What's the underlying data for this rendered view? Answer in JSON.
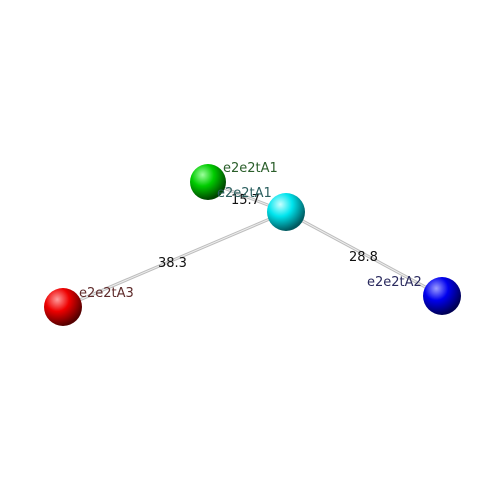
{
  "nodes": [
    {
      "id": "green",
      "label": "e2e2tA1",
      "color": "#00cc00",
      "label_color": "#2a5e2a",
      "icon": "green-sphere-icon"
    },
    {
      "id": "cyan",
      "label": "e2e2tA1",
      "color": "#00e5ee",
      "label_color": "#2a5e5e",
      "icon": "cyan-sphere-icon"
    },
    {
      "id": "red",
      "label": "e2e2tA3",
      "color": "#ee0000",
      "label_color": "#5e2a2a",
      "icon": "red-sphere-icon"
    },
    {
      "id": "blue",
      "label": "e2e2tA2",
      "color": "#0000ee",
      "label_color": "#2a2a5e",
      "icon": "blue-sphere-icon"
    }
  ],
  "edges": [
    {
      "from": "green",
      "to": "cyan",
      "label": "15.7"
    },
    {
      "from": "cyan",
      "to": "red",
      "label": "38.3"
    },
    {
      "from": "cyan",
      "to": "blue",
      "label": "28.8"
    }
  ]
}
